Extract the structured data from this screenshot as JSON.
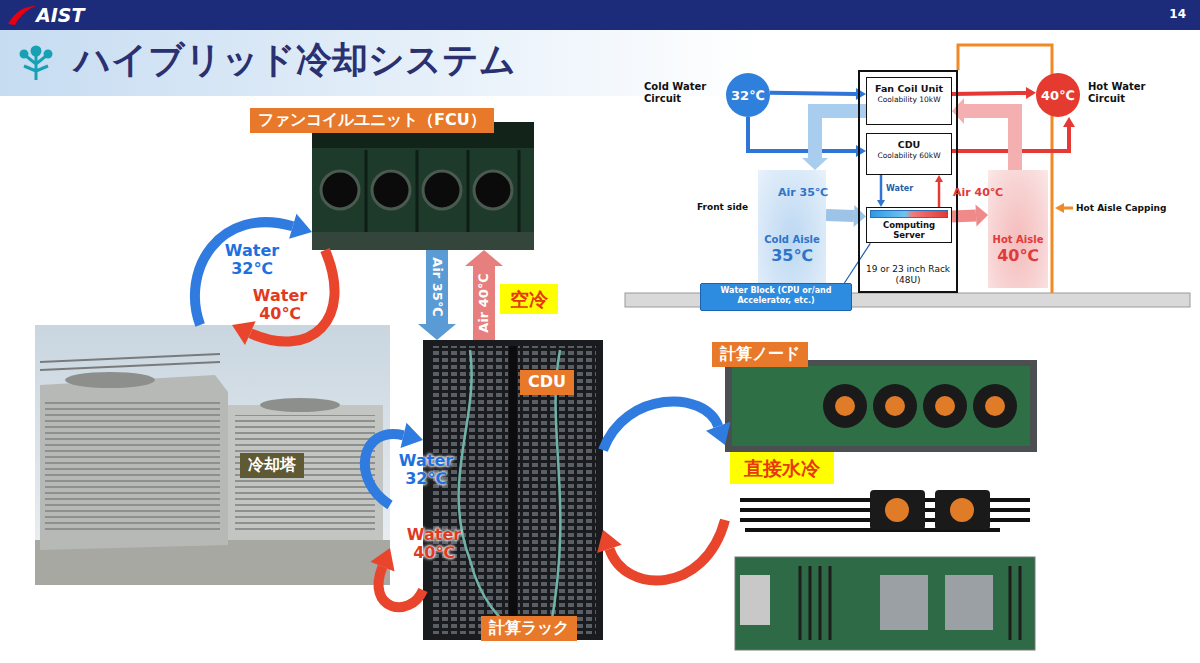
{
  "diagram": {
    "title": "ハイブリッド冷却システム",
    "nodes": [
      {
        "text": [
          "ファンコイルユニット（FCU）"
        ]
      },
      {
        "text": [
          "Cold Water Circuit",
          "32℃"
        ]
      },
      {
        "text": [
          "19 or 23 inch Rack (48U)"
        ]
      },
      {
        "text": [
          "Fan Coil Unit",
          "Coolability 10kW"
        ],
        "in": 2
      },
      {
        "text": [
          "CDU",
          "Coolability 60kW"
        ],
        "in": 2
      },
      {
        "text": [
          "Computing Server"
        ],
        "in": 2
      },
      {
        "text": [
          "40℃",
          "Hot Water Circuit"
        ]
      },
      {
        "text": [
          "Cold Aisle",
          "35℃"
        ]
      },
      {
        "text": [
          "Hot Aisle",
          "40℃"
        ]
      },
      {
        "text": [
          "Water Block (CPU or/and Accelerator, etc.)"
        ]
      },
      {
        "text": [
          "空冷"
        ]
      },
      {
        "text": [
          "CDU",
          "計算ラック"
        ]
      },
      {
        "text": [
          "計算ノード"
        ]
      },
      {
        "text": [
          "直接水冷"
        ],
        "in": 12
      },
      {
        "text": [
          "冷却塔"
        ]
      }
    ],
    "edges": [
      {
        "from": 14,
        "to": 0,
        "label": "Water 32℃",
        "arrow": "to"
      },
      {
        "from": 0,
        "to": 14,
        "label": "Water 40℃",
        "arrow": "to"
      },
      {
        "from": 0,
        "to": 11,
        "label": "Air 35℃",
        "arrow": "to"
      },
      {
        "from": 11,
        "to": 0,
        "label": "Air 40℃",
        "arrow": "to"
      },
      {
        "from": 14,
        "to": 11,
        "label": "Water 32℃",
        "arrow": "to"
      },
      {
        "from": 11,
        "to": 14,
        "label": "Water 40℃",
        "arrow": "to"
      },
      {
        "from": 11,
        "to": 12,
        "arrow": "to"
      },
      {
        "from": 12,
        "to": 11,
        "arrow": "to"
      },
      {
        "from": 1,
        "to": 3,
        "arrow": "to"
      },
      {
        "from": 1,
        "to": 4,
        "arrow": "to"
      },
      {
        "from": 3,
        "to": 6,
        "arrow": "to"
      },
      {
        "from": 4,
        "to": 6,
        "arrow": "to"
      },
      {
        "from": 3,
        "to": 7,
        "arrow": "to"
      },
      {
        "from": 8,
        "to": 3,
        "arrow": "to"
      },
      {
        "from": 7,
        "to": 5,
        "label": "Air 35℃",
        "arrow": "to"
      },
      {
        "from": 5,
        "to": 8,
        "label": "Air 40℃",
        "arrow": "to"
      },
      {
        "from": 4,
        "to": 5,
        "arrow": "to"
      },
      {
        "from": 5,
        "to": 4,
        "arrow": "to"
      },
      {
        "from": 9,
        "to": 5,
        "arrow": "none"
      }
    ],
    "labels": [
      "AIST",
      "14",
      "Water",
      "Front side",
      "Hot Aisle Capping"
    ]
  }
}
